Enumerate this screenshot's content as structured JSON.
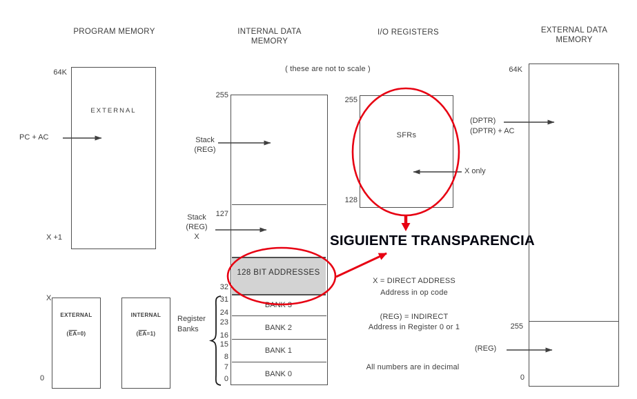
{
  "title_banner": "SIGUIENTE TRANSPARENCIA",
  "scale_note": "( these are not to scale )",
  "program_memory": {
    "header": "PROGRAM MEMORY",
    "size_label": "64K",
    "region_label": "EXTERNAL",
    "pointer_label": "PC + AC",
    "bottom_label": "X +1",
    "sub_boxes": {
      "x_label": "X",
      "zero_label": "0",
      "external": {
        "name": "EXTERNAL",
        "prefix": "(",
        "ea": "EA",
        "suffix": "=0)"
      },
      "internal": {
        "name": "INTERNAL",
        "prefix": "(",
        "ea": "EA",
        "suffix": "=1)"
      }
    }
  },
  "internal_data_memory": {
    "header": "INTERNAL DATA\nMEMORY",
    "top_address": "255",
    "stack_upper": "Stack\n(REG)",
    "mid_address": "127",
    "stack_lower": "Stack\n(REG)\nX",
    "bit_address_label": "128 BIT ADDRESSES",
    "address_labels": [
      "32",
      "31",
      "24",
      "23",
      "16",
      "15",
      "8",
      "7",
      "0"
    ],
    "banks": [
      "BANK 3",
      "BANK 2",
      "BANK 1",
      "BANK 0"
    ],
    "register_banks_label": "Register\nBanks"
  },
  "io_registers": {
    "header": "I/O REGISTERS",
    "top_address": "255",
    "bottom_address": "128",
    "region_label": "SFRs",
    "access_label": "X only"
  },
  "external_data_memory": {
    "header": "EXTERNAL DATA\nMEMORY",
    "size_label": "64K",
    "pointer_label": "(DPTR)\n(DPTR) + AC",
    "mid_address": "255",
    "reg_pointer_label": "(REG)",
    "bottom_address": "0"
  },
  "notes": {
    "direct": "X = DIRECT ADDRESS\nAddress in op code",
    "indirect": "(REG) = INDIRECT\nAddress in Register 0 or 1",
    "decimal": "All numbers are in decimal"
  },
  "colors": {
    "red_accent": "#e70012",
    "gray_fill": "#d3d3d3",
    "line": "#4f4f4f",
    "text": "#3c3c3c"
  }
}
